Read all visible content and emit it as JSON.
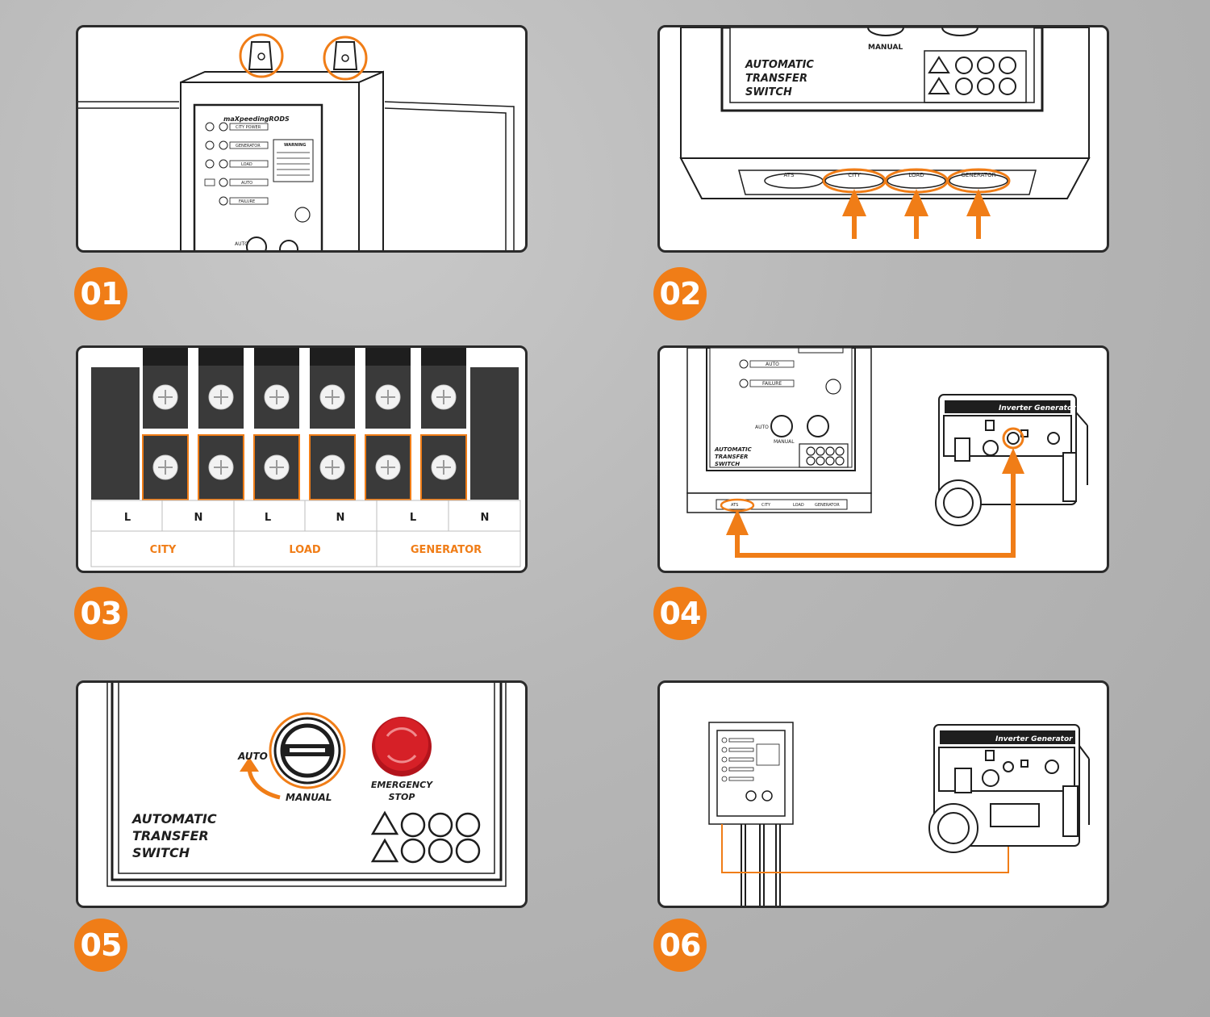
{
  "colors": {
    "accent": "#f07d17",
    "stroke": "#1e1e1e",
    "terminal": "#3a3a3a",
    "panel_bg": "#ffffff"
  },
  "steps": [
    {
      "number": "01"
    },
    {
      "number": "02"
    },
    {
      "number": "03"
    },
    {
      "number": "04"
    },
    {
      "number": "05"
    },
    {
      "number": "06"
    }
  ],
  "panel1": {
    "brand": "maXpeedingRODS",
    "indicators": [
      "CITY POWER",
      "GENERATOR",
      "LOAD",
      "AUTO",
      "FAILURE"
    ],
    "warning_title": "WARNING",
    "switch_label": "AUTO"
  },
  "panel2": {
    "top_label": "MANUAL",
    "title_lines": [
      "AUTOMATIC",
      "TRANSFER",
      "SWITCH"
    ],
    "ports": [
      "ATS",
      "CITY",
      "LOAD",
      "GENERATOR"
    ]
  },
  "panel3": {
    "terminal_labels": [
      "L",
      "N",
      "L",
      "N",
      "L",
      "N"
    ],
    "groups": [
      "CITY",
      "LOAD",
      "GENERATOR"
    ]
  },
  "panel4": {
    "indicators": [
      "AUTO",
      "FAILURE"
    ],
    "switch_auto": "AUTO",
    "switch_manual": "MANUAL",
    "title_lines": [
      "AUTOMATIC",
      "TRANSFER",
      "SWITCH"
    ],
    "ports": [
      "ATS",
      "CITY",
      "LOAD",
      "GENERATOR"
    ],
    "generator_label": "Inverter Generator"
  },
  "panel5": {
    "auto_label": "AUTO",
    "manual_label": "MANUAL",
    "estop_lines": [
      "EMERGENCY",
      "STOP"
    ],
    "title_lines": [
      "AUTOMATIC",
      "TRANSFER",
      "SWITCH"
    ]
  },
  "panel6": {
    "generator_label": "Inverter Generator"
  }
}
